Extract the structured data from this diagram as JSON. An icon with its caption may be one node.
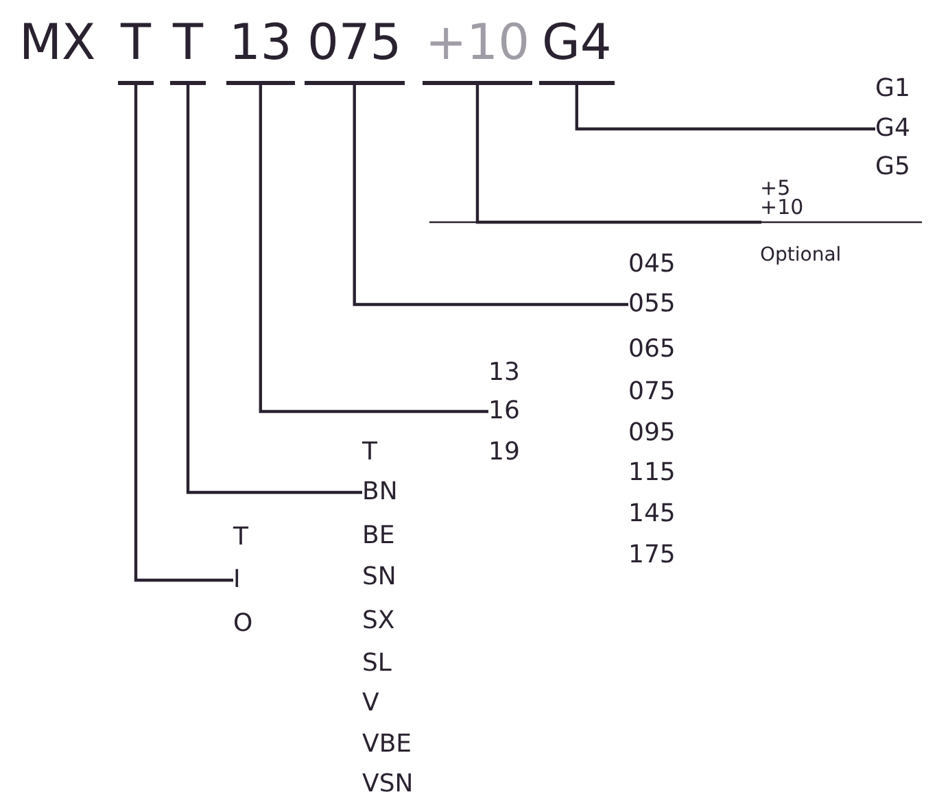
{
  "diagram": {
    "nodes": [
      {
        "text": [
          "T"
        ]
      },
      {
        "text": [
          "T"
        ]
      },
      {
        "text": [
          "13"
        ]
      },
      {
        "text": [
          "075"
        ]
      },
      {
        "text": [
          "+10"
        ]
      },
      {
        "text": [
          "G4"
        ]
      },
      {
        "text": [
          "I"
        ]
      },
      {
        "text": [
          "BN"
        ]
      },
      {
        "text": [
          "16"
        ]
      },
      {
        "text": [
          "055"
        ]
      },
      {
        "text": [
          "+10"
        ]
      },
      {
        "text": [
          "G4"
        ]
      }
    ],
    "edges": [
      {
        "from": 0,
        "to": 6,
        "arrow": "none"
      },
      {
        "from": 1,
        "to": 7,
        "arrow": "none"
      },
      {
        "from": 2,
        "to": 8,
        "arrow": "none"
      },
      {
        "from": 3,
        "to": 9,
        "arrow": "none"
      },
      {
        "from": 4,
        "to": 10,
        "arrow": "none"
      },
      {
        "from": 5,
        "to": 11,
        "arrow": "none"
      }
    ],
    "labels": [
      "MX",
      "G1",
      "G5",
      "+5",
      "Optional",
      "045",
      "065",
      "075",
      "095",
      "115",
      "145",
      "175",
      "13",
      "19",
      "T",
      "BE",
      "SN",
      "SX",
      "SL",
      "V",
      "VBE",
      "VSN",
      "T",
      "O"
    ]
  }
}
